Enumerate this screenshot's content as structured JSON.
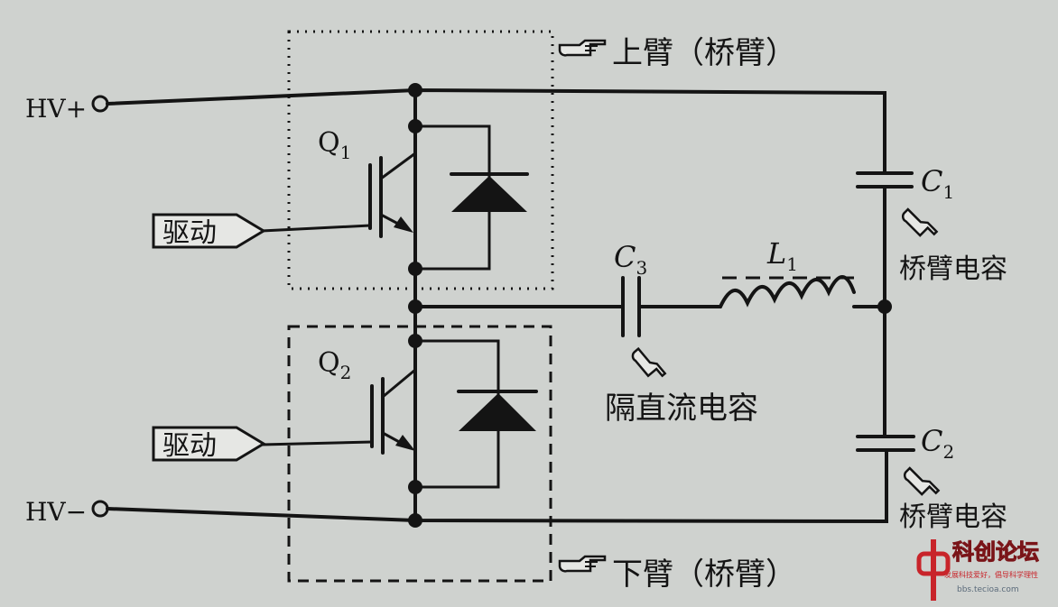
{
  "terminals": {
    "positive": "HV+",
    "negative": "HV−"
  },
  "blocks": {
    "upper_arm": "上臂（桥臂）",
    "lower_arm": "下臂（桥臂）"
  },
  "transistors": {
    "q1": {
      "letter": "Q",
      "sub": "1"
    },
    "q2": {
      "letter": "Q",
      "sub": "2"
    }
  },
  "drive_label": "驱动",
  "capacitors": {
    "c1": {
      "letter": "C",
      "sub": "1",
      "note": "桥臂电容"
    },
    "c2": {
      "letter": "C",
      "sub": "2",
      "note": "桥臂电容"
    },
    "c3": {
      "letter": "C",
      "sub": "3",
      "note": "隔直流电容"
    }
  },
  "inductor": {
    "letter": "L",
    "sub": "1"
  },
  "watermark": {
    "brand": "科创论坛",
    "slogan": "发展科技爱好，倡导科学理性",
    "url": "bbs.tecioa.com"
  },
  "colors": {
    "ink": "#141414",
    "paper": "#cfd2cf",
    "logo_red": "#c8242a"
  }
}
